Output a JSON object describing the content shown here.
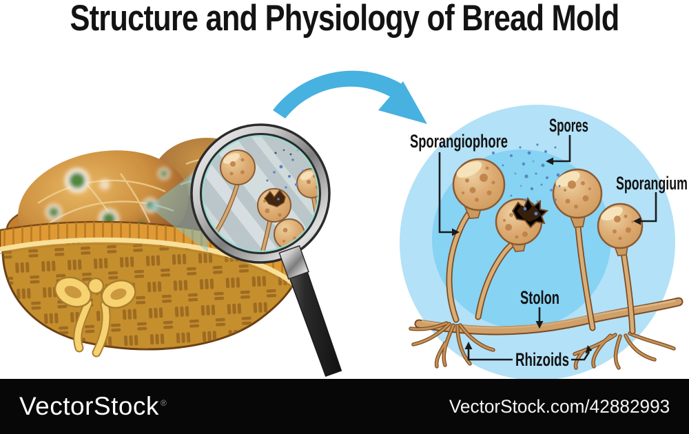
{
  "title": "Structure and Physiology of Bread Mold",
  "diagram": {
    "labels": {
      "sporangiophore": "Sporangiophore",
      "spores": "Spores",
      "sporangium": "Sporangium",
      "stolon": "Stolon",
      "rhizoids": "Rhizoids"
    }
  },
  "footer": {
    "brand": "VectorStock",
    "registered": "®",
    "attribution": "VectorStock.com/42882993"
  },
  "colors": {
    "accent_blue": "#47b1e0",
    "circle_outer": "#b3e1f7",
    "circle_inner": "#86d3f4",
    "basket_gold": "#e09a35",
    "mold_tan": "#dcab72",
    "mold_outline": "#8a5a33",
    "label_text": "#121212",
    "footer_bg": "#070707",
    "footer_text": "#fdfdfd"
  }
}
